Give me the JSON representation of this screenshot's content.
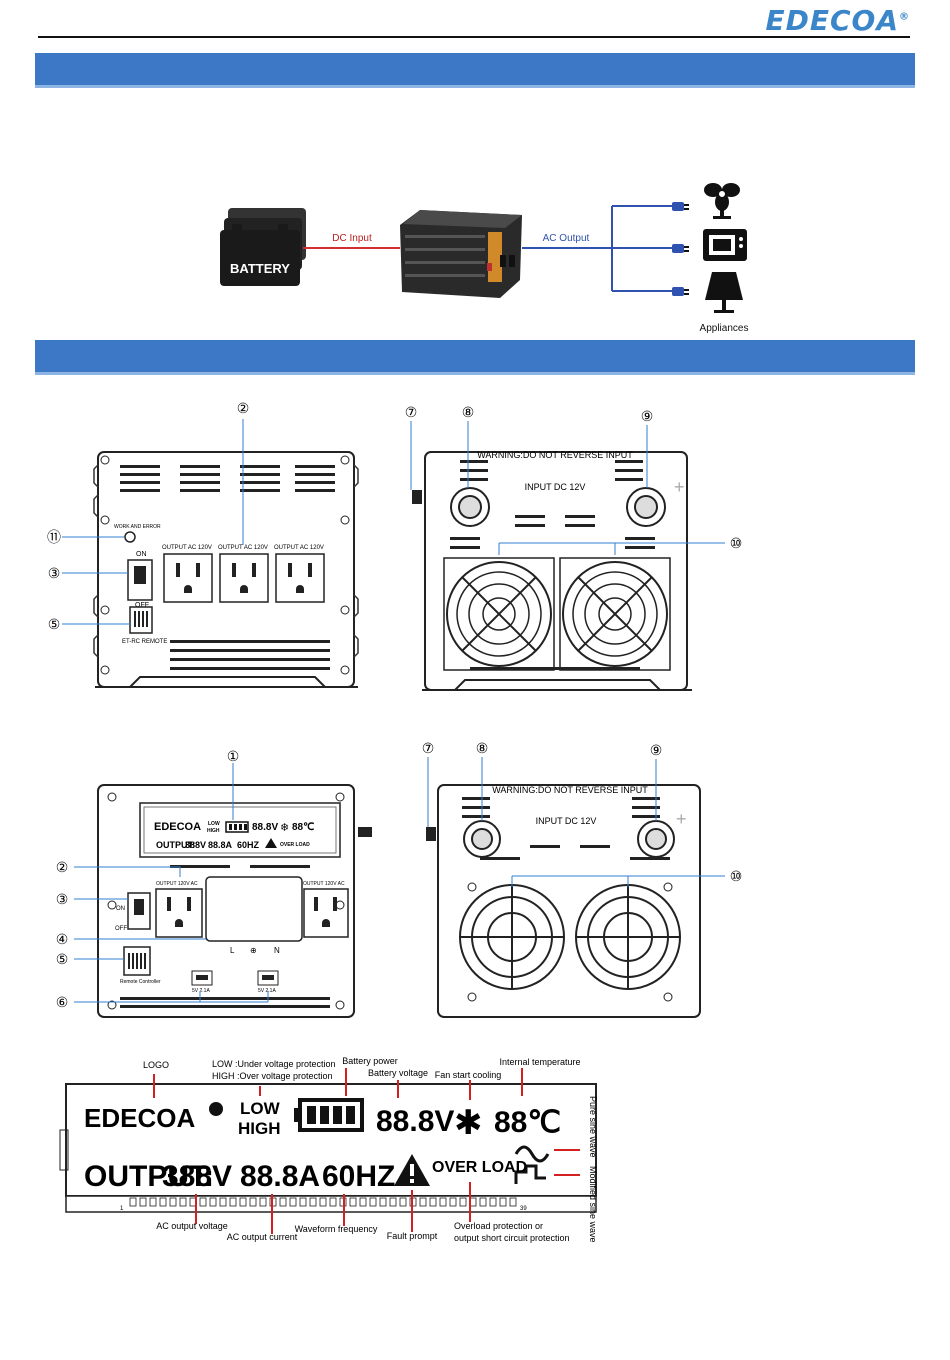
{
  "brand": {
    "logo": "EDECOA",
    "registered": "®"
  },
  "diagram_connection": {
    "battery_label": "BATTERY",
    "dc_input_label": "DC Input",
    "ac_output_label": "AC Output",
    "appliances_label": "Appliances"
  },
  "panels": {
    "front_top": {
      "callouts": [
        "②",
        "⑪",
        "③",
        "⑤"
      ],
      "work_error_label": "WORK AND ERROR",
      "outlet_labels": [
        "OUTPUT AC 120V",
        "OUTPUT AC 120V",
        "OUTPUT AC 120V"
      ],
      "on_label": "ON",
      "off_label": "OFF",
      "remote_label": "ET-RC REMOTE"
    },
    "rear_top": {
      "callouts": [
        "⑦",
        "⑧",
        "⑨",
        "⑩"
      ],
      "warning": "WARNING:DO NOT REVERSE INPUT",
      "input_label": "INPUT DC 12V"
    },
    "front_bottom": {
      "callouts": [
        "①",
        "②",
        "③",
        "④",
        "⑤",
        "⑥"
      ],
      "lcd_logo": "EDECOA",
      "lcd_low": "LOW",
      "lcd_high": "HIGH",
      "lcd_battery_voltage": "88.8V",
      "lcd_temp": "88℃",
      "lcd_output": "OUTPUT:",
      "lcd_output_voltage": "388V",
      "lcd_current": "88.8A",
      "lcd_freq": "60HZ",
      "lcd_overload": "OVER LOAD",
      "outlet_labels": [
        "OUTPUT 120V AC",
        "OUTPUT 120V AC"
      ],
      "on_label": "ON",
      "off_label": "OFF",
      "remote_label": "Remote Controller",
      "usb_labels": [
        "5V 2.1A",
        "5V 2.1A"
      ],
      "terminal_labels": [
        "L",
        "⊕",
        "N"
      ]
    },
    "rear_bottom": {
      "callouts": [
        "⑦",
        "⑧",
        "⑨",
        "⑩"
      ],
      "warning": "WARNING:DO NOT REVERSE INPUT",
      "input_label": "INPUT DC 12V"
    }
  },
  "lcd_detail": {
    "logo": "EDECOA",
    "low": "LOW",
    "high": "HIGH",
    "battery_voltage": "88.8V",
    "temperature": "88℃",
    "output_prefix": "OUTPUT:",
    "output_voltage": "388V",
    "output_current": "88.8A",
    "frequency": "60HZ",
    "overload": "OVER LOAD",
    "scale_left": "1",
    "scale_right": "39",
    "annotations": {
      "logo": "LOGO",
      "low_desc": "LOW :Under voltage protection",
      "high_desc": "HIGH :Over voltage protection",
      "battery_power": "Battery power",
      "battery_voltage": "Battery voltage",
      "fan_start_cooling": "Fan start cooling",
      "internal_temperature": "Internal temperature",
      "pure_sine_wave": "Pure sine wave",
      "modified_sine_wave": "Modified sine wave",
      "ac_output_voltage": "AC output voltage",
      "ac_output_current": "AC output current",
      "waveform_frequency": "Waveform frequency",
      "fault_prompt": "Fault prompt",
      "overload_protection_1": "Overload protection or",
      "overload_protection_2": "output short circuit protection"
    }
  },
  "colors": {
    "band": "#3d78c6",
    "band_edge": "#8db4e2",
    "callout_line": "#2f7fd0",
    "annotation_line": "#d42020",
    "dc_line": "#d23030",
    "ac_line": "#2f52b0"
  }
}
